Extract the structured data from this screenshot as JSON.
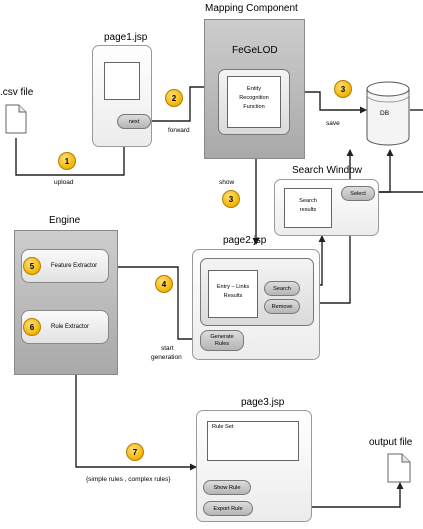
{
  "diagram": {
    "csv_file_label": ".csv file",
    "upload_label": "upload",
    "page1": {
      "title": "page1.jsp",
      "next_button": "next"
    },
    "forward_label": "forward",
    "mapping": {
      "title": "Mapping Component",
      "fegelod_title": "FeGeLOD",
      "function_label_1": "Entity",
      "function_label_2": "Recognition",
      "function_label_3": "Function"
    },
    "save_label": "save",
    "db_label": "DB",
    "show_label": "show",
    "search_window": {
      "title": "Search Window",
      "results_line1": "Search",
      "results_line2": "results",
      "select_button": "Select"
    },
    "engine": {
      "title": "Engine",
      "feature_extractor": "Feature Extractor",
      "rule_extractor": "Rule Extractor"
    },
    "page2": {
      "title": "page2.jsp",
      "results_line1": "Entry – Links",
      "results_line2": "Results",
      "search_button": "Search",
      "remove_button": "Remove",
      "generate_line1": "Generate",
      "generate_line2": "Rules"
    },
    "start_generation_line1": "start",
    "start_generation_line2": "generation",
    "page3": {
      "title": "page3.jsp",
      "rule_set_label": "Rule Set",
      "show_rule_button": "Show Rule",
      "export_rule_button": "Export Rule"
    },
    "output_file_label": "output file",
    "rules_types_label": "{simple rules , complex rules}",
    "badges": {
      "upload": "1",
      "forward": "2",
      "save": "3",
      "show": "3",
      "generation": "4",
      "feature": "5",
      "rule": "6",
      "rule_set": "7"
    }
  }
}
